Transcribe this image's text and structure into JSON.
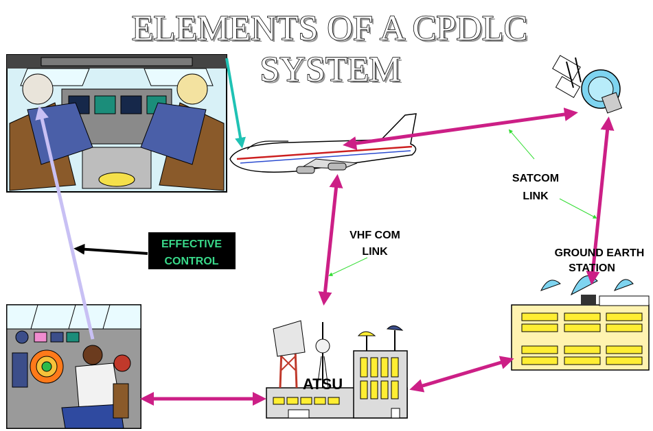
{
  "title": {
    "line1": "ELEMENTS OF A CPDLC",
    "line2": "SYSTEM"
  },
  "labels": {
    "satcom_1": "SATCOM",
    "satcom_2": "LINK",
    "vhf_1": "VHF COM",
    "vhf_2": "LINK",
    "effective_1": "EFFECTIVE",
    "effective_2": "CONTROL",
    "ges_1": "GROUND EARTH",
    "ges_2": "STATION",
    "atsu": "ATSU"
  },
  "colors": {
    "link_arrow": "#cc1f86",
    "pointer_arrow": "#1fc2b4",
    "control_arrow": "#c8c0f4",
    "effective_box": "#000000",
    "effective_text": "#39d98a",
    "callout_line": "#33dd33",
    "building_window": "#ffee33",
    "station_fill": "#fff3b0"
  },
  "icons": [
    "cockpit-crew-illustration",
    "aircraft-icon",
    "satellite-icon",
    "ground-earth-station-icon",
    "atsu-building-icon",
    "controller-console-illustration"
  ]
}
